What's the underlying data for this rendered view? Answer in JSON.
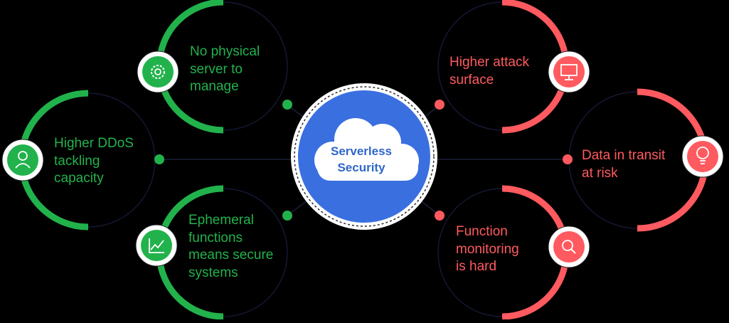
{
  "center": {
    "line1": "Serverless",
    "line2": "Security"
  },
  "benefits": [
    {
      "text": "No physical\nserver to\nmanage",
      "icon": "gear-icon"
    },
    {
      "text": "Higher DDoS\ntackling\ncapacity",
      "icon": "user-icon"
    },
    {
      "text": "Ephemeral\nfunctions\nmeans secure\nsystems",
      "icon": "trend-chart-icon"
    }
  ],
  "risks": [
    {
      "text": "Higher attack\nsurface",
      "icon": "monitor-icon"
    },
    {
      "text": "Data in transit\nat risk",
      "icon": "lightbulb-icon"
    },
    {
      "text": "Function\nmonitoring\nis hard",
      "icon": "magnifier-icon"
    }
  ],
  "colors": {
    "benefit": "#22b24c",
    "risk": "#ff5a5f",
    "center": "#3a6fe0",
    "cloud_text": "#2f66c8",
    "background": "#000000"
  }
}
